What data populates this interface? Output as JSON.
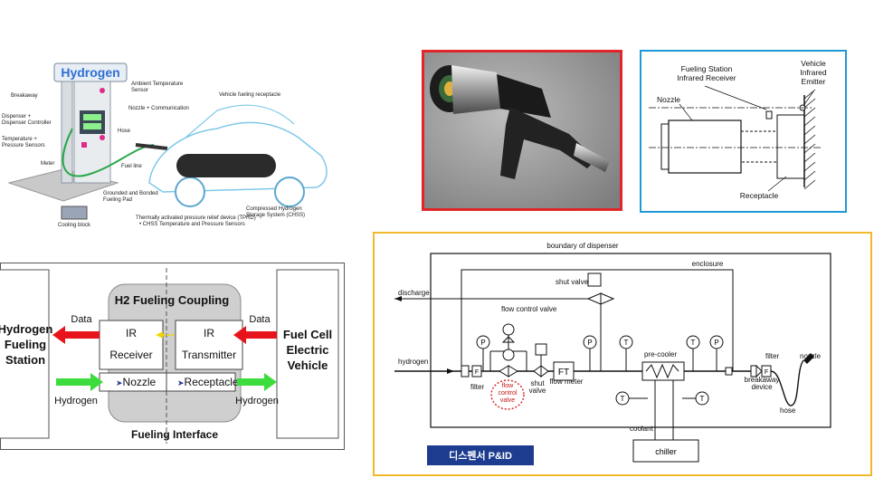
{
  "station_illustration": {
    "sign": "Hydrogen",
    "labels": {
      "breakaway": "Breakaway",
      "ambient": "Ambient Temperature\nSensor",
      "dispenser": "Dispenser +\nDispenser Controller",
      "nozzle_comm": "Nozzle + Communication",
      "vehicle_receptacle": "Vehicle fueling receptacle",
      "hose": "Hose",
      "temp_pressure": "Temperature +\nPressure Sensors",
      "fuel_line": "Fuel line",
      "meter": "Meter",
      "grounded": "Grounded and Bonded\nFueling Pad",
      "compressed": "Compressed Hydrogen\nStorage System (CHSS)",
      "cooling": "Cooling block",
      "tprd": "Thermally activated pressure relief device (TPRD)",
      "chss_sensors": "• CHSS Temperature and Pressure Sensors"
    }
  },
  "ir_diagram": {
    "fueling_station": "Fueling Station\nInfrared Receiver",
    "vehicle_emitter": "Vehicle\nInfrared\nEmitter",
    "nozzle": "Nozzle",
    "receptacle": "Receptacle"
  },
  "coupling": {
    "title": "H2 Fueling Coupling",
    "left_block": "Hydrogen\nFueling\nStation",
    "right_block": "Fuel Cell\nElectric\nVehicle",
    "ir_receiver": "IR\nReceiver",
    "ir_transmitter": "IR\nTransmitter",
    "nozzle": "Nozzle",
    "receptacle": "Receptacle",
    "data_left": "Data",
    "data_right": "Data",
    "hydrogen_left": "Hydrogen",
    "hydrogen_right": "Hydrogen",
    "interface": "Fueling Interface",
    "colors": {
      "data_arrow": "#e8141b",
      "hydrogen_arrow": "#3ddc3d",
      "ir_arrow": "#f2d600"
    }
  },
  "pid": {
    "boundary": "boundary of dispenser",
    "enclosure": "enclosure",
    "discharge": "discharge",
    "hydrogen": "hydrogen",
    "shut_valve_top": "shut valve",
    "flow_control_top": "flow control valve",
    "filter": "filter",
    "flow_control_circled": "flow\ncontrol\nvalve",
    "shut_valve": "shut\nvalve",
    "ft": "FT",
    "flow_meter": "flow meter",
    "pre_cooler": "pre-cooler",
    "coolant": "coolant",
    "chiller": "chiller",
    "filter_right": "filter",
    "nozzle": "nozzle",
    "breakaway": "breakaway\ndevice",
    "hose": "hose",
    "p": "P",
    "t": "T",
    "f": "F",
    "caption": "디스펜서 P&ID"
  },
  "colors": {
    "red_frame": "#e0262b",
    "blue_frame": "#1e9ad6",
    "yellow_frame": "#f0b92c",
    "caption_bg": "#1d3c8f"
  }
}
